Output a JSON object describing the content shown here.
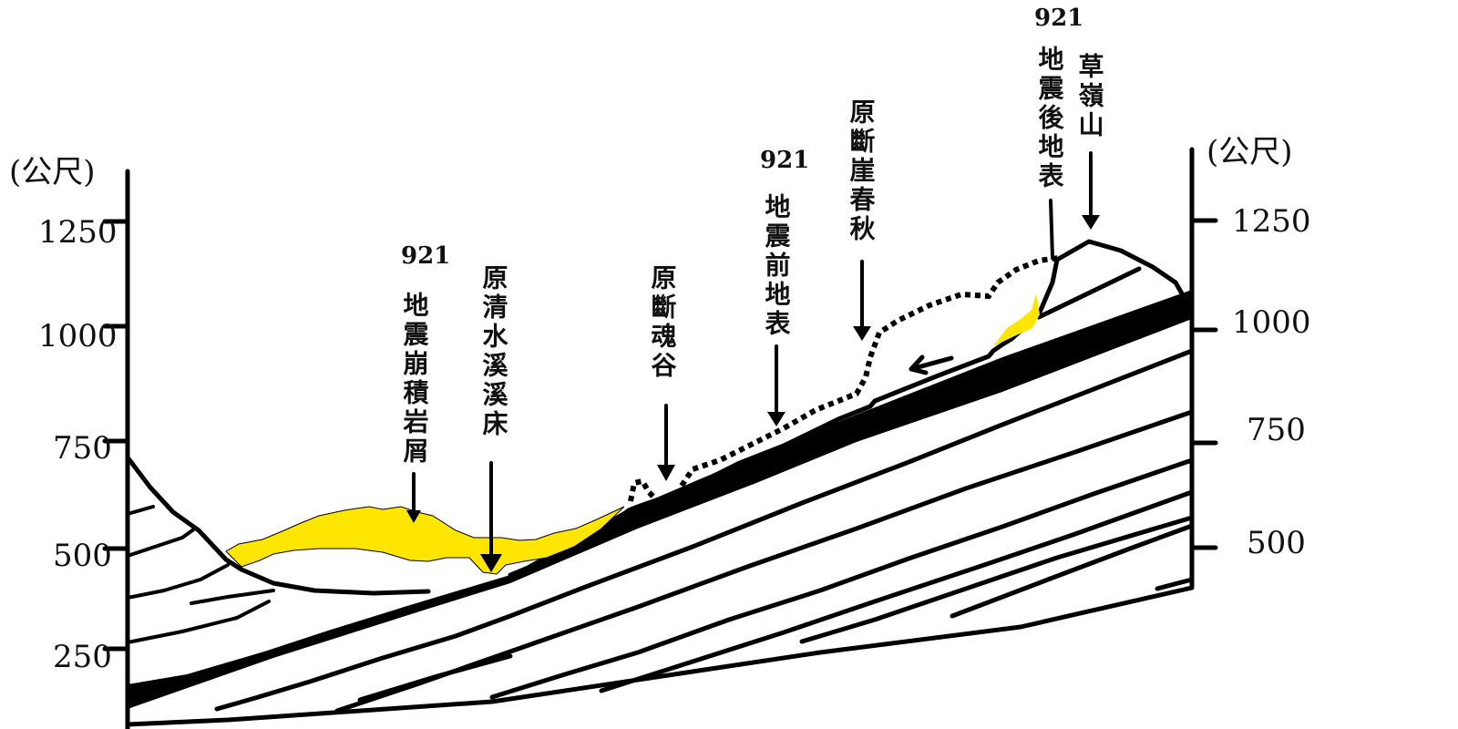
{
  "units": {
    "left": "(公尺)",
    "right": "(公尺)"
  },
  "left_axis_ticks": [
    "1250",
    "1000",
    "750",
    "500",
    "250"
  ],
  "right_axis_ticks": [
    "1250",
    "1000",
    "750",
    "500"
  ],
  "labels": {
    "debris": {
      "num": "921",
      "text": "地震崩積岩屑"
    },
    "streambed": {
      "num": "",
      "text": "原清水溪溪床"
    },
    "valley": {
      "num": "",
      "text": "原斷魂谷"
    },
    "pre_surface": {
      "num": "921",
      "text": "地震前地表"
    },
    "scarp": {
      "num": "",
      "text": "原斷崖春秋"
    },
    "post_surface": {
      "num": "921",
      "text": "地震後地表"
    },
    "peak": {
      "num": "",
      "text": "草嶺山"
    }
  },
  "colors": {
    "debris": "#ffe600",
    "rock": "#000000",
    "background": "#ffffff"
  }
}
